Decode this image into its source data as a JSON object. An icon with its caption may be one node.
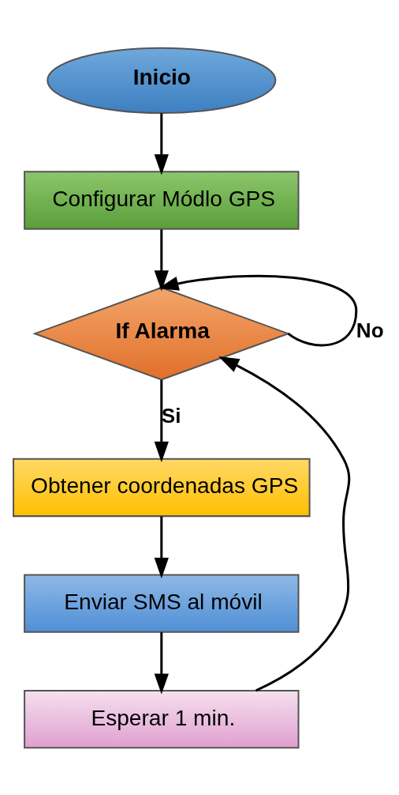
{
  "diagram": {
    "nodes": [
      {
        "text": [
          "Inicio"
        ]
      },
      {
        "text": [
          "Configurar Módlo GPS"
        ]
      },
      {
        "text": [
          "If Alarma"
        ]
      },
      {
        "text": [
          "Obtener coordenadas GPS"
        ]
      },
      {
        "text": [
          "Enviar SMS al móvil"
        ]
      },
      {
        "text": [
          "Esperar 1 min."
        ]
      }
    ],
    "edges": [
      {
        "from": 0,
        "to": 1,
        "arrow": "to"
      },
      {
        "from": 1,
        "to": 2,
        "arrow": "to"
      },
      {
        "from": 2,
        "to": 2,
        "arrow": "to",
        "label": "No"
      },
      {
        "from": 2,
        "to": 3,
        "arrow": "to",
        "label": "Si"
      },
      {
        "from": 3,
        "to": 4,
        "arrow": "to"
      },
      {
        "from": 4,
        "to": 5,
        "arrow": "to"
      },
      {
        "from": 5,
        "to": 2,
        "arrow": "to"
      }
    ]
  }
}
